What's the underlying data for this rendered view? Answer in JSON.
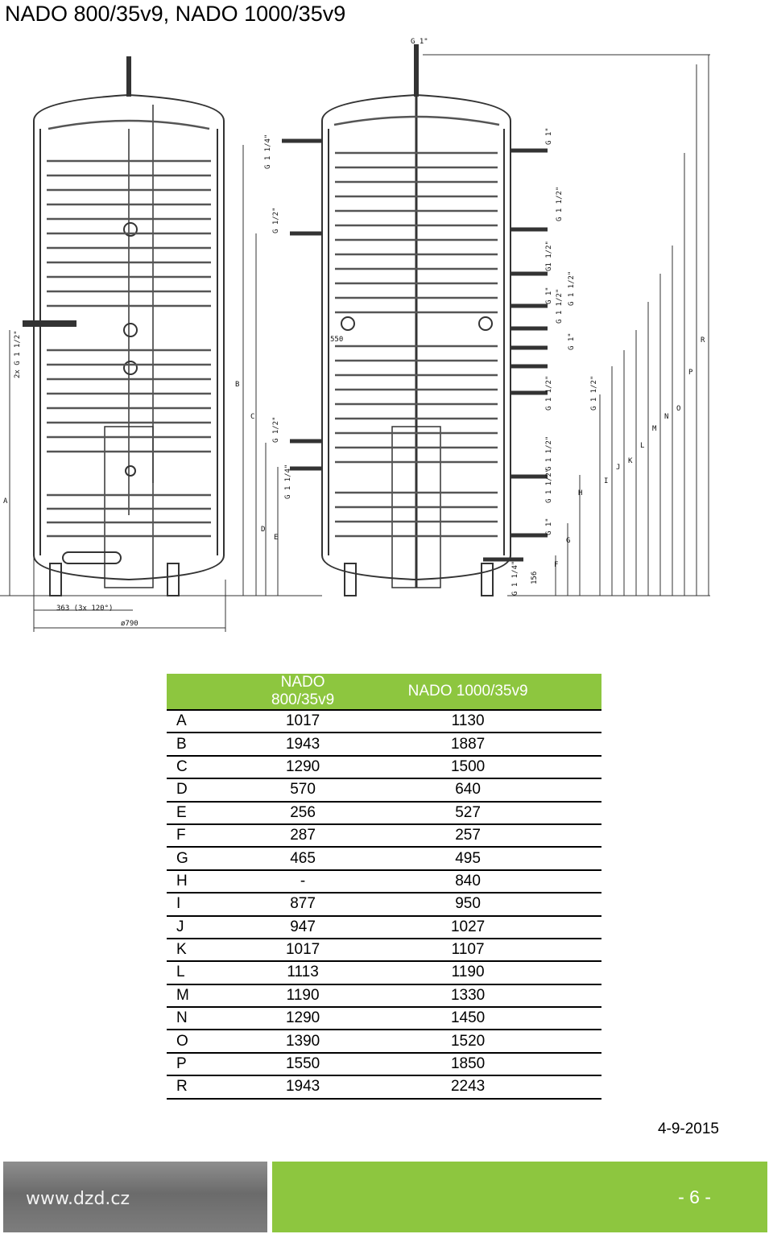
{
  "page": {
    "title": "NADO 800/35v9, NADO 1000/35v9",
    "date": "4-9-2015"
  },
  "drawing": {
    "left_labels": {
      "a": "A",
      "b": "B",
      "c": "C",
      "d": "D",
      "e": "E"
    },
    "left_conn": {
      "g114_top": "G 1 1/4\"",
      "g12_a": "G 1/2\"",
      "g12_b": "G 1/2\"",
      "g114_b": "G 1 1/4\"",
      "side": "2x G 1 1/2\""
    },
    "bottom": {
      "a": "363 (3x 120°)",
      "b": "ø790"
    },
    "right_top": "G 1\"",
    "num550": "550",
    "num156": "156",
    "right_conn": {
      "c1": "G 1\"",
      "c2": "G 1 1/2\"",
      "c3": "G1 1/2\"",
      "c4": "G 1 1/2\"",
      "c5": "G 1\"",
      "c6": "G 1 1/2\"",
      "c7": "G 1\"",
      "c8": "G 1 1/2\"",
      "c9": "G 1 1/2\"",
      "c10": "G 1 1/2\"",
      "c11": "G 1 1/2\"",
      "c12": "G 1\"",
      "c13": "G 1 1/4\""
    },
    "right_labels": {
      "f": "F",
      "g": "G",
      "h": "H",
      "i": "I",
      "j": "J",
      "k": "K",
      "l": "L",
      "m": "M",
      "n": "N",
      "o": "O",
      "p": "P",
      "r": "R"
    }
  },
  "table": {
    "col1": "NADO 800/35v9",
    "col2": "NADO 1000/35v9",
    "rows": [
      {
        "key": "A",
        "v1": "1017",
        "v2": "1130"
      },
      {
        "key": "B",
        "v1": "1943",
        "v2": "1887"
      },
      {
        "key": "C",
        "v1": "1290",
        "v2": "1500"
      },
      {
        "key": "D",
        "v1": "570",
        "v2": "640"
      },
      {
        "key": "E",
        "v1": "256",
        "v2": "527"
      },
      {
        "key": "F",
        "v1": "287",
        "v2": "257"
      },
      {
        "key": "G",
        "v1": "465",
        "v2": "495"
      },
      {
        "key": "H",
        "v1": "-",
        "v2": "840"
      },
      {
        "key": "I",
        "v1": "877",
        "v2": "950"
      },
      {
        "key": "J",
        "v1": "947",
        "v2": "1027"
      },
      {
        "key": "K",
        "v1": "1017",
        "v2": "1107"
      },
      {
        "key": "L",
        "v1": "1113",
        "v2": "1190"
      },
      {
        "key": "M",
        "v1": "1190",
        "v2": "1330"
      },
      {
        "key": "N",
        "v1": "1290",
        "v2": "1450"
      },
      {
        "key": "O",
        "v1": "1390",
        "v2": "1520"
      },
      {
        "key": "P",
        "v1": "1550",
        "v2": "1850"
      },
      {
        "key": "R",
        "v1": "1943",
        "v2": "2243"
      }
    ]
  },
  "footer": {
    "website": "www.dzd.cz",
    "page_number": "- 6 -"
  },
  "colors": {
    "accent": "#8dc63f",
    "footer_gray": "#7a7a7a"
  }
}
